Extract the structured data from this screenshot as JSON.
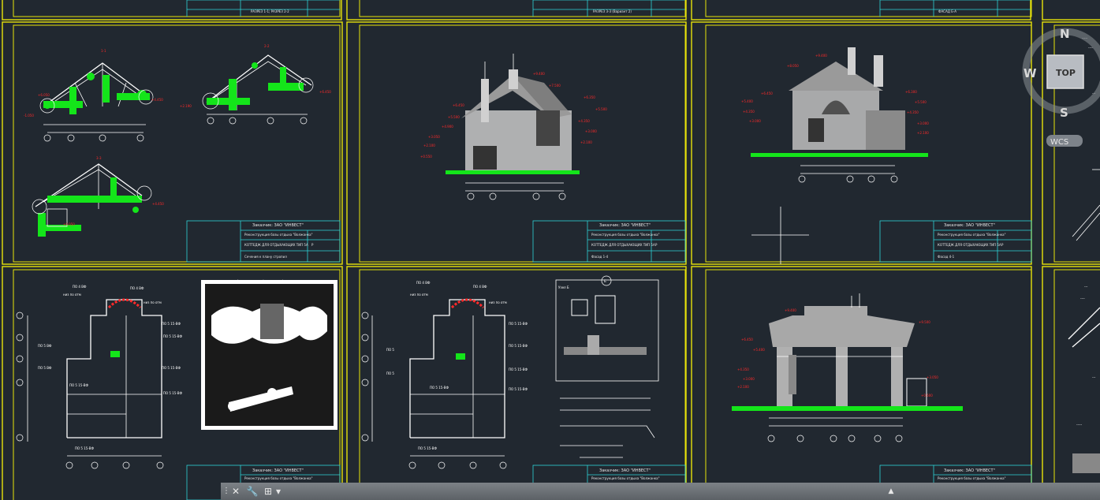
{
  "app": {
    "title": "AutoCAD"
  },
  "viewcube": {
    "face": "TOP",
    "north": "N",
    "south": "S",
    "west": "W",
    "wcs": "WCS"
  },
  "navbar": {
    "close_icon": "✕",
    "gear_icon": "🔧",
    "expand_icon": "⊞",
    "dropdown_icon": "▾",
    "up_icon": "▲"
  },
  "sheets": {
    "company": "Заказчик: ЗАО \"ИНВЕСТ\"",
    "project": "Реконструкция базы отдыха \"Волжанка\"",
    "object": "КОТТЕДЖ ДЛЯ ОТДЫХАЮЩИХ ТИП 5А",
    "stage": "Р",
    "s1_title": "Сечения к плану стропил",
    "s2_title": "Фасад 1-4",
    "s3_title": "Фасад 4-1",
    "top1": "РАЗРЕЗ 1-1; РАЗРЕЗ 2-2",
    "top2": "РАЗРЕЗ 3-3 (Вариант 2)",
    "top3": "ФАСАД Б-А",
    "sec_11": "1-1",
    "sec_22": "2-2",
    "sec_33": "3-3",
    "node_title": "Узел Б",
    "truss_title": "Фрагмент узла (вид сверху)"
  }
}
